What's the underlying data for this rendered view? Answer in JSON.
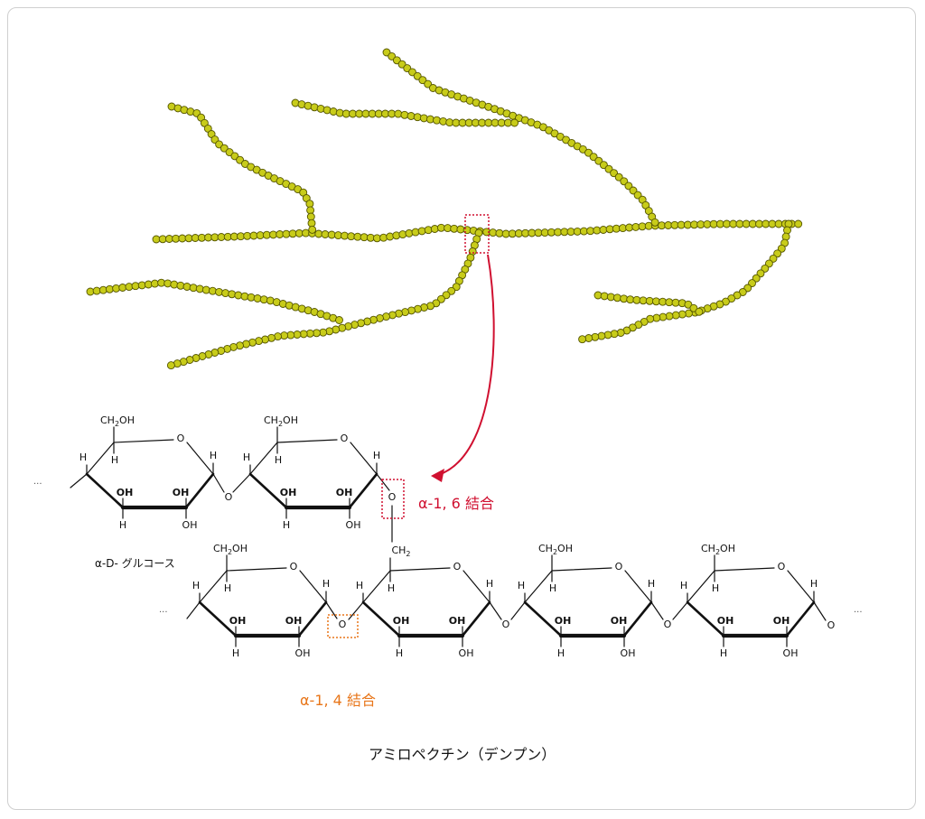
{
  "labels": {
    "alpha16": "α-1, 6 結合",
    "alpha14": "α-1, 4 結合",
    "glucose": "α-D- グルコース",
    "title": "アミロペクチン（デンプン）",
    "ellipsis": "···"
  },
  "atoms": {
    "ch2oh": "CH2OH",
    "ch2": "CH2",
    "o": "O",
    "h": "H",
    "oh": "OH"
  },
  "colors": {
    "bead_fill": "#c8cc1a",
    "bead_stroke": "#555500",
    "alpha16": "#d01030",
    "alpha14": "#e8761a",
    "frame": "#cfcfcf"
  }
}
